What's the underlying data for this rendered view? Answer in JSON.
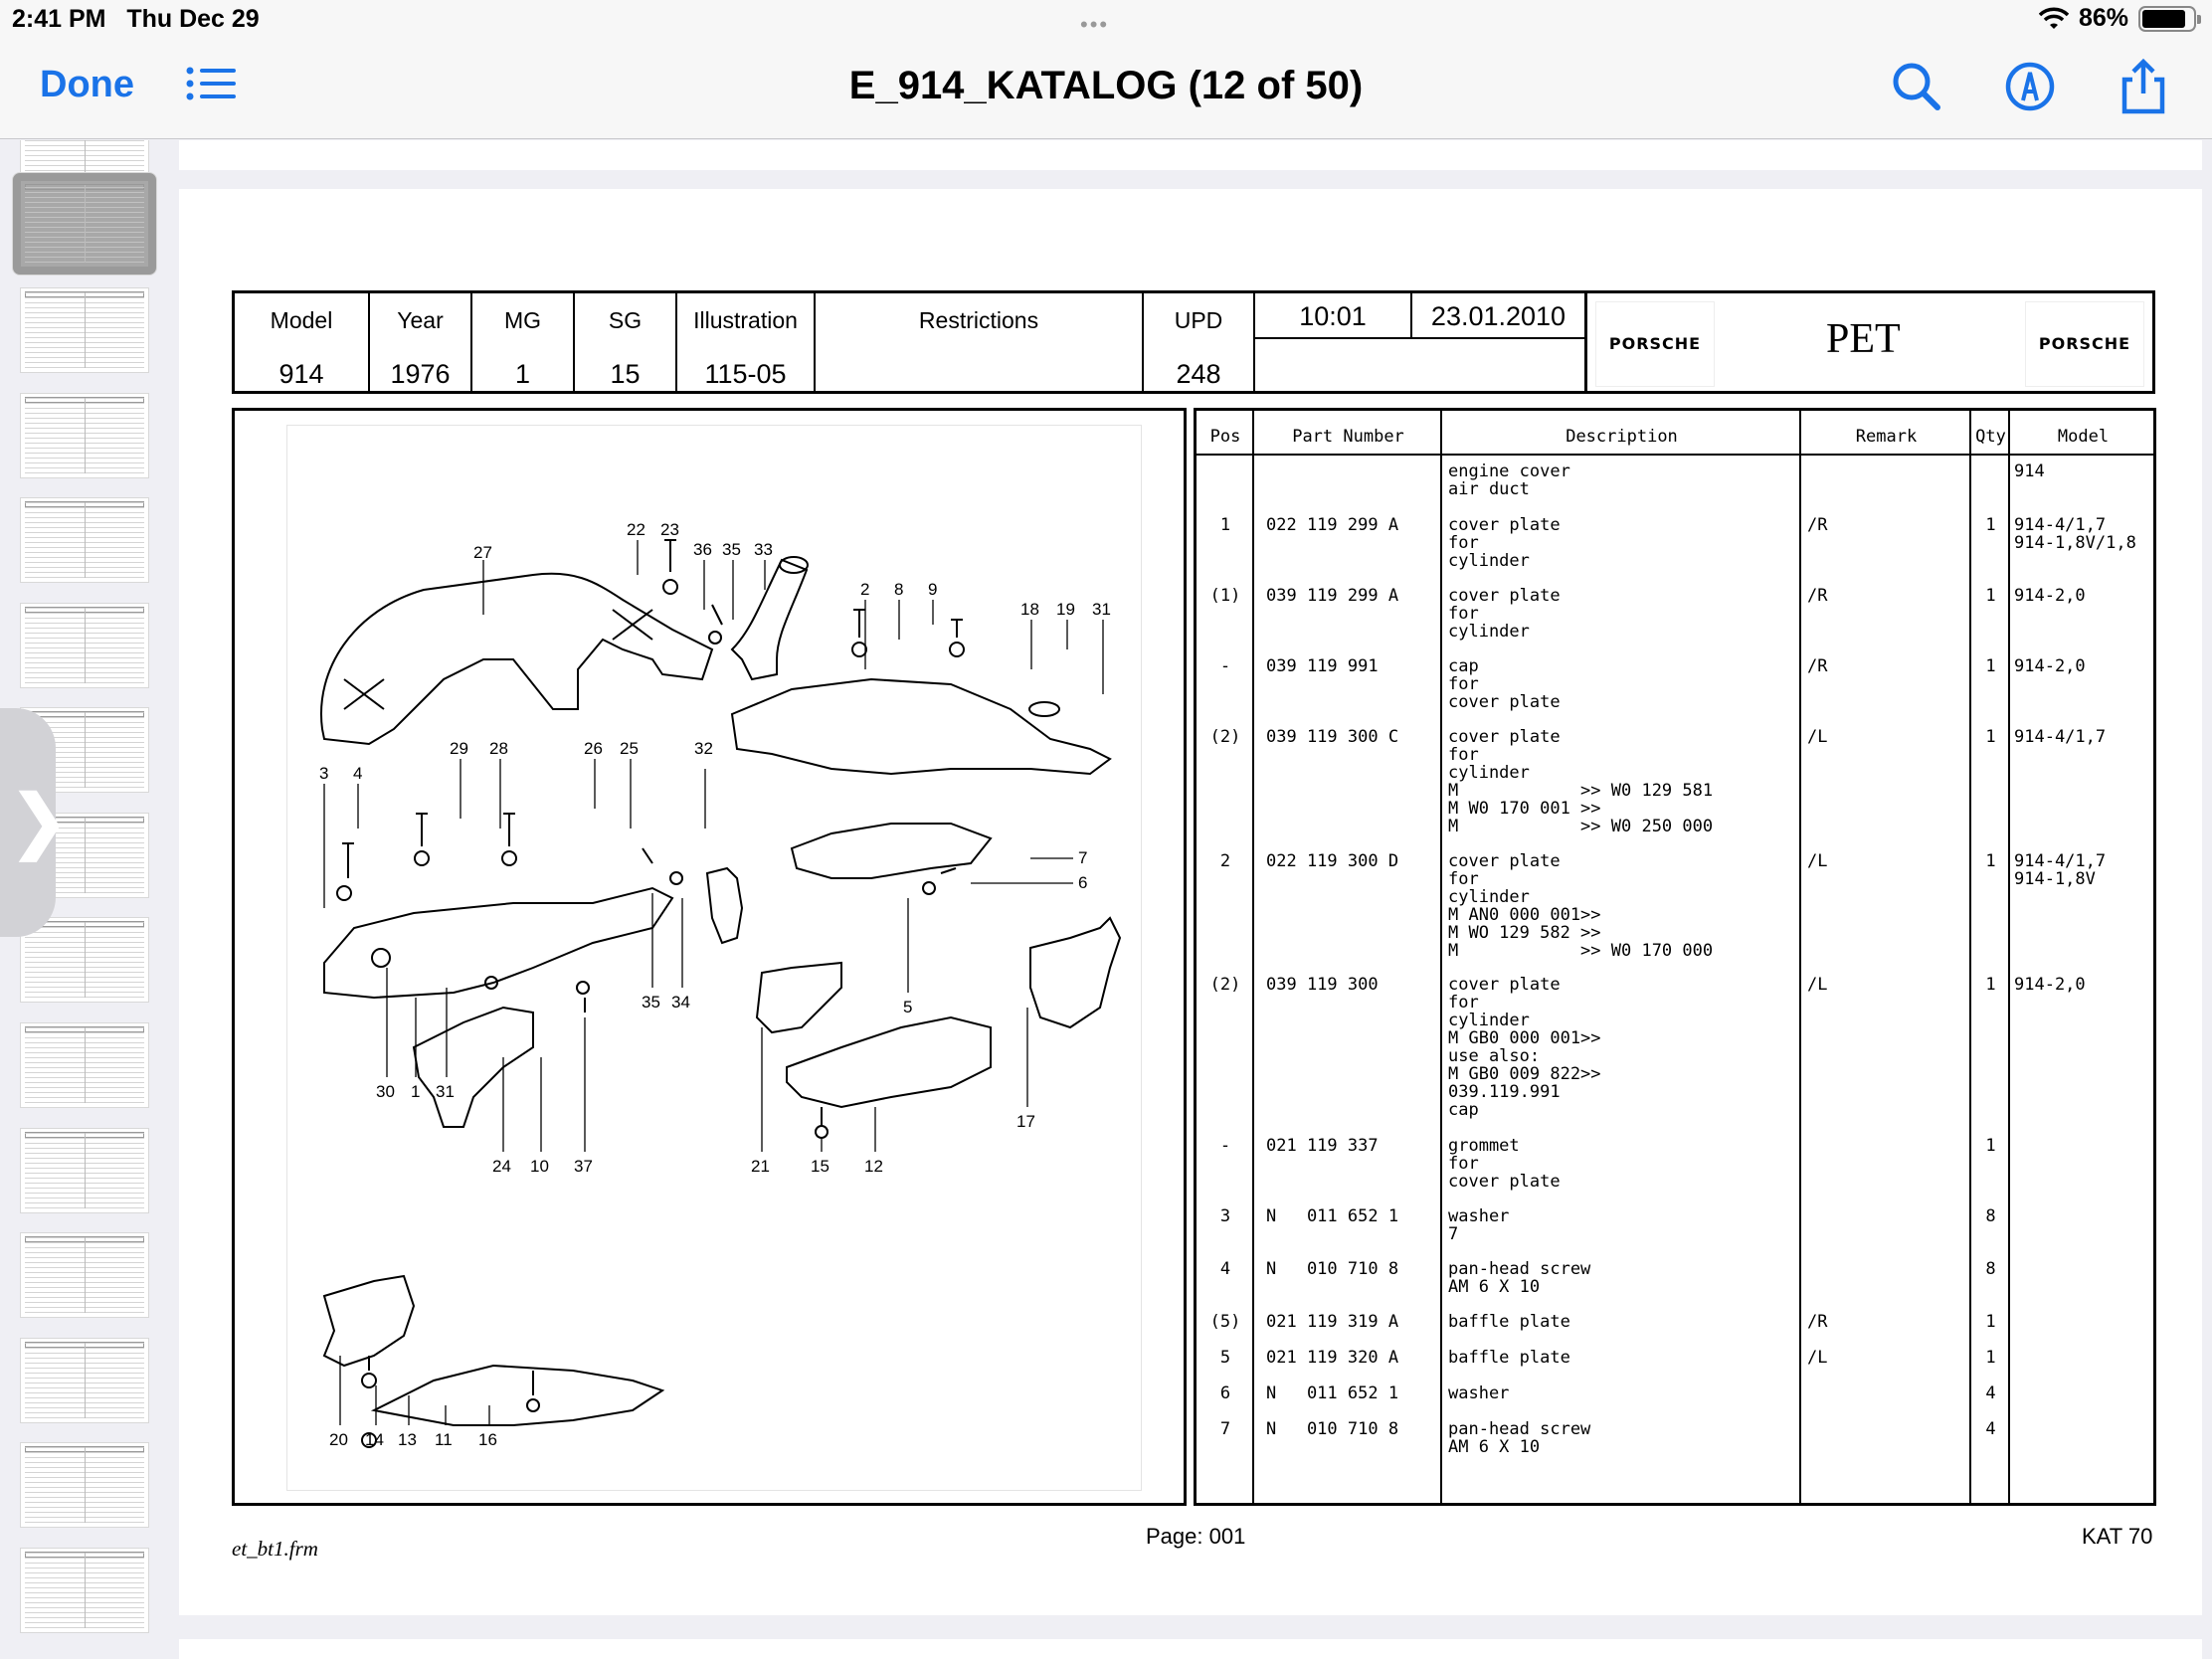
{
  "status_bar": {
    "time": "2:41 PM",
    "date": "Thu Dec 29",
    "battery": "86%",
    "battery_level": 0.86
  },
  "nav": {
    "done_label": "Done",
    "title": "E_914_KATALOG (12 of 50)",
    "icons": [
      "list-icon",
      "search-icon",
      "markup-icon",
      "share-icon"
    ]
  },
  "sidebar": {
    "selected_page": 12,
    "thumbnails_visible": 14,
    "handle_glyph": "❯"
  },
  "header": {
    "labels": {
      "model": "Model",
      "year": "Year",
      "mg": "MG",
      "sg": "SG",
      "illustration": "Illustration",
      "restrictions": "Restrictions",
      "upd": "UPD"
    },
    "values": {
      "model": "914",
      "year": "1976",
      "mg": "1",
      "sg": "15",
      "illustration": "115-05",
      "restrictions": "",
      "upd": "248"
    },
    "time": "10:01",
    "date": "23.01.2010",
    "brand_left": "PORSCHE",
    "brand_center": "PET",
    "brand_right": "PORSCHE"
  },
  "illustration": {
    "callouts": [
      "22",
      "23",
      "27",
      "36",
      "35",
      "33",
      "2",
      "8",
      "9",
      "18",
      "19",
      "31",
      "3",
      "4",
      "29",
      "28",
      "26",
      "25",
      "32",
      "7",
      "6",
      "35",
      "34",
      "5",
      "30",
      "1",
      "31",
      "17",
      "24",
      "10",
      "37",
      "21",
      "15",
      "12",
      "20",
      "14",
      "13",
      "11",
      "16"
    ]
  },
  "parts_table": {
    "columns": [
      "Pos",
      "Part Number",
      "Description",
      "Remark",
      "Qty",
      "Model"
    ],
    "rows": [
      {
        "pos": "",
        "part": "",
        "desc": "engine cover\nair duct",
        "remark": "",
        "qty": "",
        "model": "914"
      },
      {
        "pos": "1",
        "part": "022 119 299 A",
        "desc": "cover plate\nfor\ncylinder",
        "remark": "/R",
        "qty": "1",
        "model": "914-4/1,7\n914-1,8V/1,8"
      },
      {
        "pos": "(1)",
        "part": "039 119 299 A",
        "desc": "cover plate\nfor\ncylinder",
        "remark": "/R",
        "qty": "1",
        "model": "914-2,0"
      },
      {
        "pos": "-",
        "part": "039 119 991",
        "desc": "cap\nfor\ncover plate",
        "remark": "/R",
        "qty": "1",
        "model": "914-2,0"
      },
      {
        "pos": "(2)",
        "part": "039 119 300 C",
        "desc": "cover plate\nfor\ncylinder\nM            >> W0 129 581\nM W0 170 001 >>\nM            >> W0 250 000",
        "remark": "/L",
        "qty": "1",
        "model": "914-4/1,7"
      },
      {
        "pos": "2",
        "part": "022 119 300 D",
        "desc": "cover plate\nfor\ncylinder\nM AN0 000 001>>\nM WO 129 582 >>\nM            >> W0 170 000",
        "remark": "/L",
        "qty": "1",
        "model": "914-4/1,7\n914-1,8V"
      },
      {
        "pos": "(2)",
        "part": "039 119 300",
        "desc": "cover plate\nfor\ncylinder\nM GB0 000 001>>\nuse also:\nM GB0 009 822>>\n039.119.991\ncap",
        "remark": "/L",
        "qty": "1",
        "model": "914-2,0"
      },
      {
        "pos": "-",
        "part": "021 119 337",
        "desc": "grommet\nfor\ncover plate",
        "remark": "",
        "qty": "1",
        "model": ""
      },
      {
        "pos": "3",
        "part": "N   011 652 1",
        "desc": "washer\n7",
        "remark": "",
        "qty": "8",
        "model": ""
      },
      {
        "pos": "4",
        "part": "N   010 710 8",
        "desc": "pan-head screw\nAM 6 X 10",
        "remark": "",
        "qty": "8",
        "model": ""
      },
      {
        "pos": "(5)",
        "part": "021 119 319 A",
        "desc": "baffle plate",
        "remark": "/R",
        "qty": "1",
        "model": ""
      },
      {
        "pos": "5",
        "part": "021 119 320 A",
        "desc": "baffle plate",
        "remark": "/L",
        "qty": "1",
        "model": ""
      },
      {
        "pos": "6",
        "part": "N   011 652 1",
        "desc": "washer",
        "remark": "",
        "qty": "4",
        "model": ""
      },
      {
        "pos": "7",
        "part": "N   010 710 8",
        "desc": "pan-head screw\nAM 6 X 10",
        "remark": "",
        "qty": "4",
        "model": ""
      }
    ]
  },
  "footer": {
    "left": "et_bt1.frm",
    "center": "Page: 001",
    "right": "KAT 70"
  }
}
